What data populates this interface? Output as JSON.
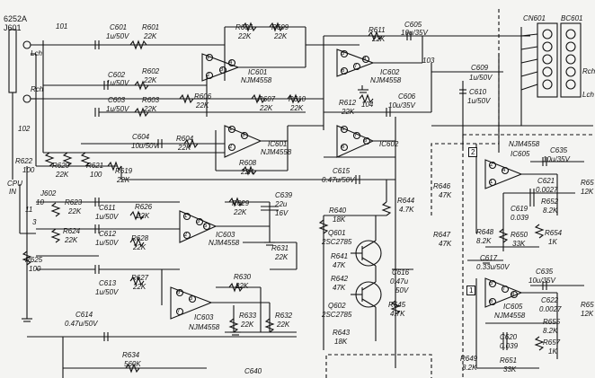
{
  "labels": {
    "board": "6252A",
    "j601": "J601",
    "lch": "Lch",
    "rch": "Rch",
    "ref101": "101",
    "ref102": "102",
    "ref103": "103",
    "ref104": "104",
    "cpu_in": "CPU",
    "cpu_in2": "IN",
    "j602": "J602",
    "n10": "10",
    "n11": "11",
    "n3": "3",
    "cn601": "CN601",
    "bc601": "BC601",
    "rch_out": "Rch",
    "lch_out": "Lch",
    "box2": "2",
    "box1": "1"
  },
  "components": {
    "c601": [
      "C601",
      "1u/50V"
    ],
    "r601": [
      "R601",
      "22K"
    ],
    "r605": [
      "R605",
      "22K"
    ],
    "r609": [
      "R609",
      "22K"
    ],
    "ic601a": [
      "IC601",
      "NJM4558"
    ],
    "r611": [
      "R611",
      "22K"
    ],
    "c605": [
      "C605",
      "10u/35V"
    ],
    "ic602a": [
      "IC602",
      "NJM4558"
    ],
    "c609": [
      "C609",
      "1u/50V"
    ],
    "c602": [
      "C602",
      "1u/50V"
    ],
    "r602": [
      "R602",
      "22K"
    ],
    "c603": [
      "C603",
      "1u/50V"
    ],
    "r603": [
      "R603",
      "22K"
    ],
    "r606": [
      "R606",
      "22K"
    ],
    "r607": [
      "R607",
      "22K"
    ],
    "r610": [
      "R610",
      "22K"
    ],
    "r612": [
      "R612",
      "22K"
    ],
    "c606": [
      "C606",
      "10u/35V"
    ],
    "c610": [
      "C610",
      "1u/50V"
    ],
    "c604": [
      "C604",
      "10u/50V"
    ],
    "r604": [
      "R604",
      "22K"
    ],
    "ic601b": [
      "IC601",
      "NJM4558"
    ],
    "ic602b": [
      "IC602",
      ""
    ],
    "r608": [
      "R608",
      "22K"
    ],
    "r622": [
      "R622",
      "100"
    ],
    "r620": [
      "R620",
      "22K"
    ],
    "r621": [
      "R621",
      "100"
    ],
    "r619": [
      "R619",
      "22K"
    ],
    "c615": [
      "C615",
      "0.47u/50V"
    ],
    "r623": [
      "R623",
      "22K"
    ],
    "c611": [
      "C611",
      "1u/50V"
    ],
    "r626": [
      "R626",
      "22K"
    ],
    "r629": [
      "R629",
      "22K"
    ],
    "c639": [
      "C639",
      "22u",
      "16V"
    ],
    "ic603a": [
      "IC603",
      "NJM4558"
    ],
    "r624": [
      "R624",
      "22K"
    ],
    "c612": [
      "C612",
      "1u/50V"
    ],
    "r628": [
      "R628",
      "22K"
    ],
    "r631": [
      "R631",
      "22K"
    ],
    "r625": [
      "R625",
      "100"
    ],
    "c613": [
      "C613",
      "1u/50V"
    ],
    "r627": [
      "R627",
      "22K"
    ],
    "r630": [
      "R630",
      "22K"
    ],
    "ic603b": [
      "IC603",
      "NJM4558"
    ],
    "r633": [
      "R633",
      "22K"
    ],
    "r632": [
      "R632",
      "22K"
    ],
    "c614": [
      "C614",
      "0.47u/50V"
    ],
    "r634": [
      "R634",
      "560K"
    ],
    "c640": [
      "C640",
      ""
    ],
    "r640": [
      "R640",
      "18K"
    ],
    "r644": [
      "R644",
      "4.7K"
    ],
    "q601": [
      "Q601",
      "2SC2785"
    ],
    "r641": [
      "R641",
      "47K"
    ],
    "r642": [
      "R642",
      "47K"
    ],
    "q602": [
      "Q602",
      "2SC2785"
    ],
    "r643": [
      "R643",
      "18K"
    ],
    "c616": [
      "C616",
      "0.47u",
      "50V"
    ],
    "r645": [
      "R645",
      "4.7K"
    ],
    "ic605a": [
      "NJM4558",
      "IC605"
    ],
    "c635a": [
      "C635",
      "10u/35V"
    ],
    "r646": [
      "R646",
      "47K"
    ],
    "c621": [
      "C621",
      "0.0027"
    ],
    "r652": [
      "R652",
      "8.2K"
    ],
    "c619": [
      "C619",
      "0.039"
    ],
    "r647": [
      "R647",
      "47K"
    ],
    "r648": [
      "R648",
      "8.2K"
    ],
    "r650": [
      "R650",
      "33K"
    ],
    "r654": [
      "R654",
      "1K"
    ],
    "c617": [
      "C617",
      "0.33u/50V"
    ],
    "c635b": [
      "C635",
      "10u/35V"
    ],
    "ic605b": [
      "IC605",
      "NJM4558"
    ],
    "c622": [
      "C622",
      "0.0027"
    ],
    "r655": [
      "R655",
      "8.2K"
    ],
    "c620": [
      "C620",
      "0.039"
    ],
    "r657": [
      "R657",
      "1K"
    ],
    "r649": [
      "R649",
      "8.2K"
    ],
    "r651": [
      "R651",
      "33K"
    ],
    "r656a": [
      "R65",
      "12K"
    ],
    "r656b": [
      "R65",
      "12K"
    ]
  },
  "pins": [
    "1",
    "2",
    "3",
    "4",
    "5",
    "6",
    "7",
    "8",
    "1",
    "2",
    "3",
    "5",
    "6",
    "7",
    "8",
    "1",
    "2",
    "3",
    "5",
    "6",
    "7",
    "3",
    "2",
    "1",
    "4",
    "5",
    "6",
    "7",
    "8",
    "8",
    "1",
    "2",
    "3",
    "4",
    "5",
    "6",
    "7",
    "8",
    "1",
    "2",
    "3",
    "4",
    "5"
  ]
}
